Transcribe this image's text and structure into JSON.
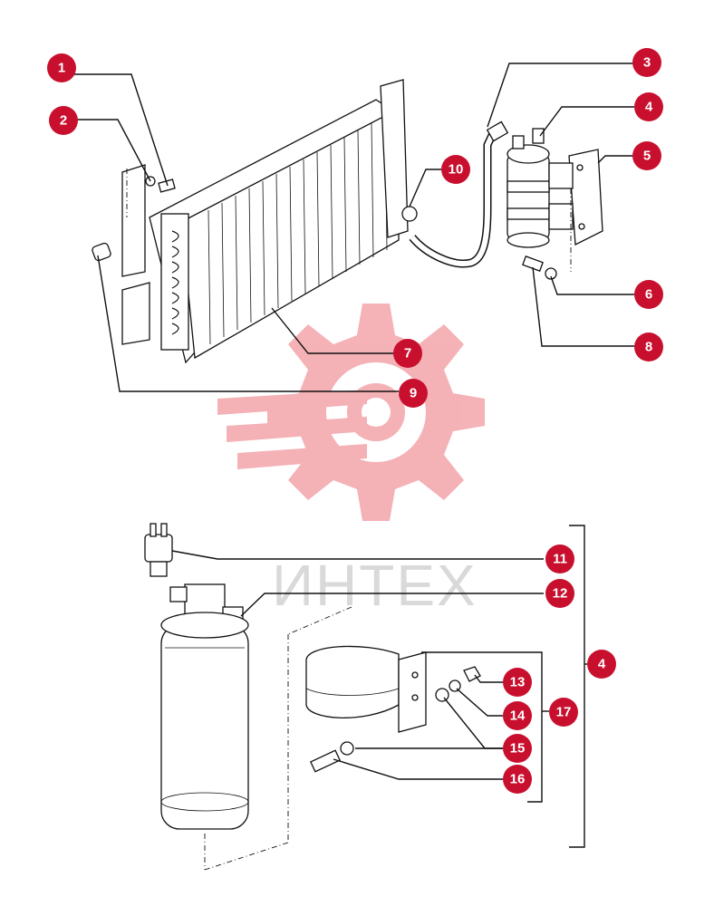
{
  "watermark": {
    "text": "ИНТЕХ",
    "color": "#f1b3b6"
  },
  "callout_color": "#c8102e",
  "callouts": [
    {
      "id": "c1",
      "label": "1"
    },
    {
      "id": "c2",
      "label": "2"
    },
    {
      "id": "c3",
      "label": "3"
    },
    {
      "id": "c4a",
      "label": "4"
    },
    {
      "id": "c5",
      "label": "5"
    },
    {
      "id": "c6",
      "label": "6"
    },
    {
      "id": "c7",
      "label": "7"
    },
    {
      "id": "c8",
      "label": "8"
    },
    {
      "id": "c9",
      "label": "9"
    },
    {
      "id": "c10",
      "label": "10"
    },
    {
      "id": "c11",
      "label": "11"
    },
    {
      "id": "c12",
      "label": "12"
    },
    {
      "id": "c4b",
      "label": "4"
    },
    {
      "id": "c13",
      "label": "13"
    },
    {
      "id": "c14",
      "label": "14"
    },
    {
      "id": "c17",
      "label": "17"
    },
    {
      "id": "c15",
      "label": "15"
    },
    {
      "id": "c16",
      "label": "16"
    }
  ]
}
